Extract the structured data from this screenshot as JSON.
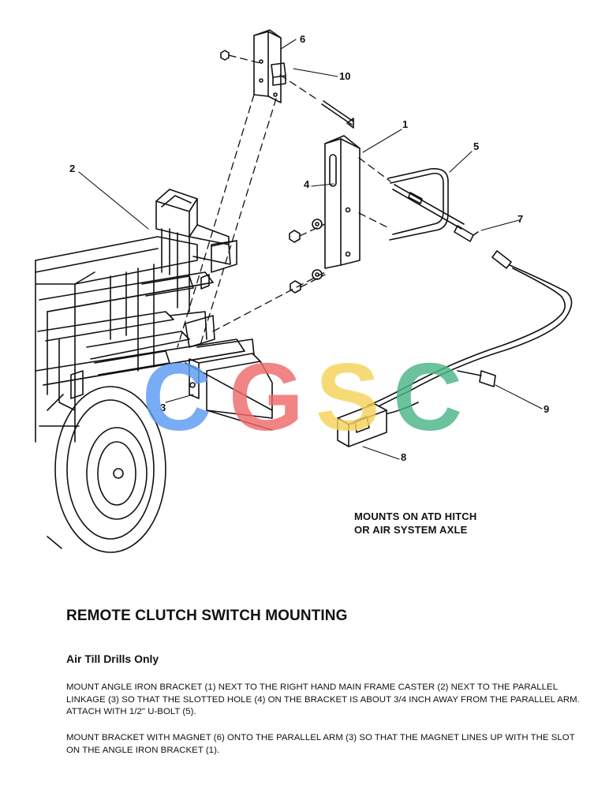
{
  "callouts": {
    "c1": "1",
    "c2": "2",
    "c3": "3",
    "c4": "4",
    "c5": "5",
    "c6": "6",
    "c7": "7",
    "c8": "8",
    "c9": "9",
    "c10": "10"
  },
  "watermark": {
    "letters": [
      "C",
      "G",
      "S",
      "C"
    ],
    "colors": [
      "#5b9cf5",
      "#ee6b6b",
      "#f6d35b",
      "#4bb588"
    ]
  },
  "mount_note": {
    "line1": "MOUNTS ON ATD HITCH",
    "line2": "OR AIR SYSTEM AXLE"
  },
  "title": "REMOTE CLUTCH SWITCH MOUNTING",
  "subtitle": "Air Till Drills Only",
  "paragraphs": [
    "MOUNT ANGLE IRON BRACKET (1) NEXT TO THE RIGHT HAND MAIN FRAME CASTER (2) NEXT TO THE PARALLEL LINKAGE (3) SO THAT THE SLOTTED HOLE (4) ON THE BRACKET IS ABOUT 3/4 INCH AWAY FROM THE PARALLEL ARM. ATTACH WITH 1/2\" U-BOLT (5).",
    "MOUNT BRACKET WITH MAGNET (6) ONTO THE PARALLEL ARM (3) SO THAT THE MAGNET LINES UP WITH THE SLOT ON THE ANGLE IRON BRACKET (1)."
  ]
}
